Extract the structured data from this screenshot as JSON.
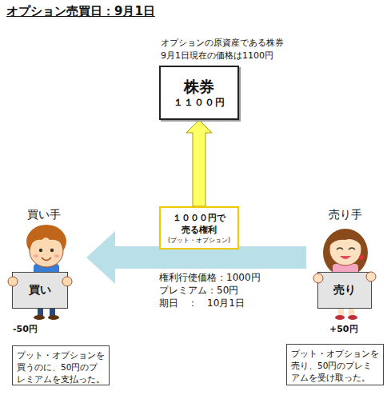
{
  "diagram": {
    "title": "オプション売買日：9月1日",
    "nodes": [
      {
        "text": [
          "オプションの原資産である株券 9月1日現在の価格は1100円",
          "株券",
          "１１００円"
        ]
      },
      {
        "text": [
          "１０００円で 売る権利",
          "(プット・オプション)"
        ]
      },
      {
        "text": [
          "買い手",
          "買い"
        ]
      },
      {
        "text": [
          "売り手",
          "売り"
        ]
      },
      {
        "text": [
          "プット・オプションを買うのに、50円のプレミアムを支払った。"
        ]
      },
      {
        "text": [
          "プット・オプションを売り、50円のプレミアムを受け取った。"
        ]
      }
    ],
    "edges": [
      {
        "from": 1,
        "to": 0,
        "arrow": "to"
      },
      {
        "from": 3,
        "to": 2,
        "arrow": "to"
      }
    ],
    "labels": [
      "権利行使価格：1000円",
      "プレミアム：50円",
      "期日　：　10月1日",
      "-50円",
      "+50円"
    ]
  }
}
